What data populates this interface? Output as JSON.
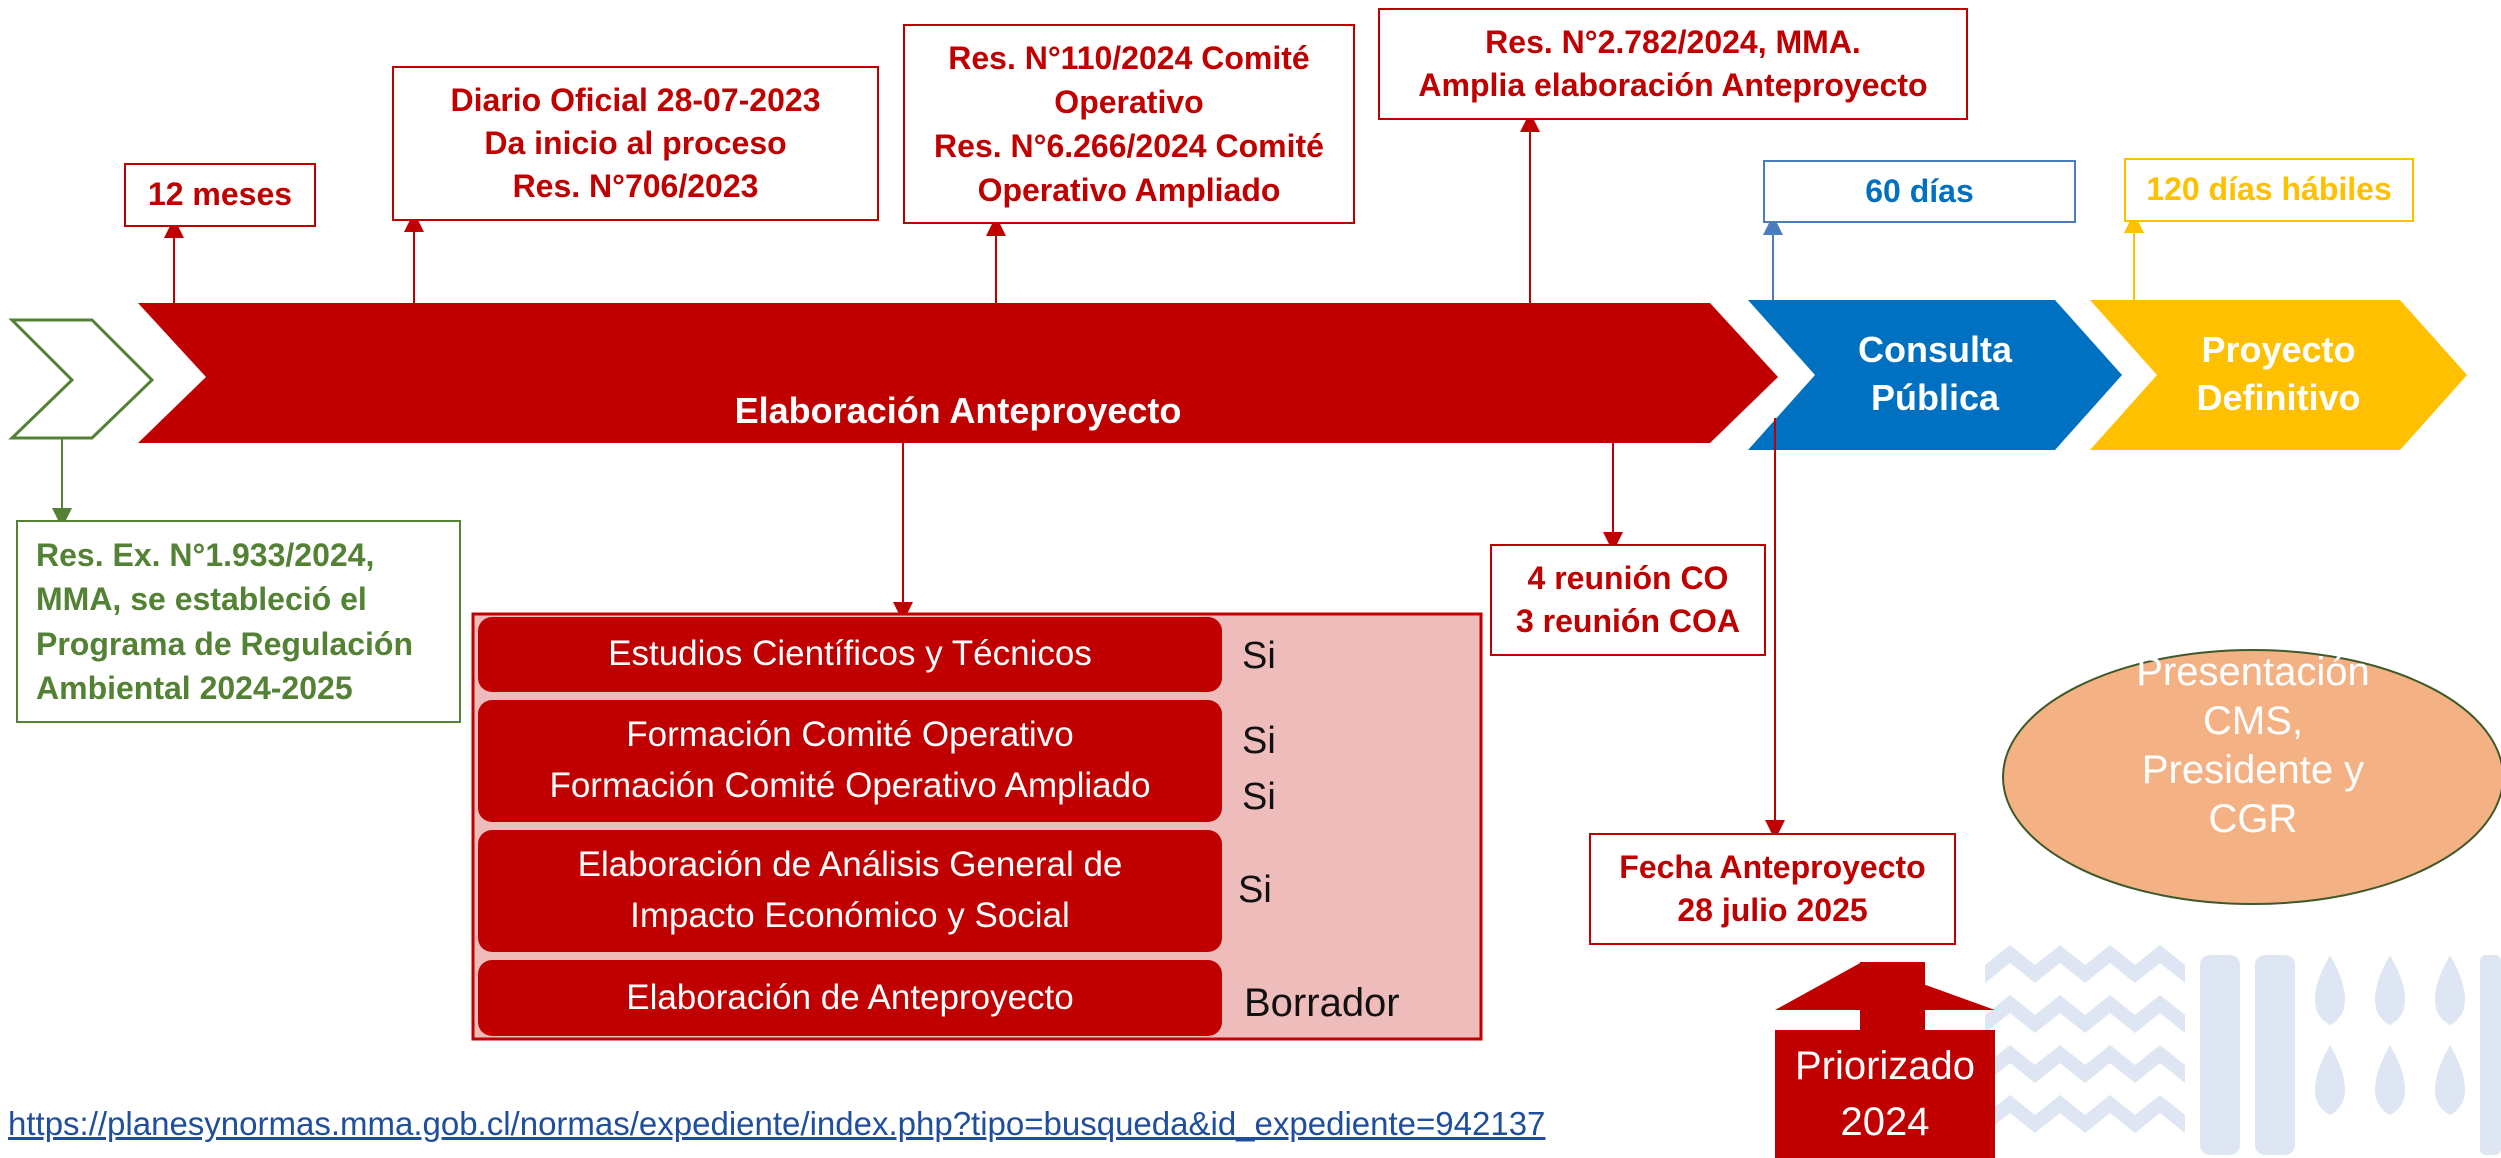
{
  "main_process": {
    "title_line1": "Elaboración Anteproyecto",
    "title_line2": "Norma de Calidad Primaria para Plomo en el Aire"
  },
  "stages": {
    "consulta": "Consulta\nPública",
    "proyecto": "Proyecto\nDefinitivo"
  },
  "callouts": {
    "months": "12 meses",
    "diario": "Diario Oficial 28-07-2023\nDa inicio al proceso\nRes. N°706/2023",
    "res110": "Res. N°110/2024 Comité\nOperativo\nRes. N°6.266/2024 Comité\nOperativo Ampliado",
    "res2782": "Res. N°2.782/2024, MMA.\nAmplia elaboración Anteproyecto",
    "dias60": "60 días",
    "dias120": "120 días hábiles",
    "res1933": "Res. Ex. N°1.933/2024,\nMMA, se estableció el\nPrograma de Regulación\nAmbiental 2024-2025",
    "reuniones": "4 reunión CO\n3 reunión COA",
    "fecha": "Fecha Anteproyecto\n28 julio 2025"
  },
  "tasks": [
    {
      "label": "Estudios Científicos y Técnicos",
      "status": "Si"
    },
    {
      "label": "Formación Comité Operativo\nFormación Comité Operativo Ampliado",
      "status": "Si\nSi"
    },
    {
      "label": "Elaboración de Análisis General de\nImpacto Económico y Social",
      "status": "Si"
    },
    {
      "label": "Elaboración de Anteproyecto",
      "status": "Borrador"
    }
  ],
  "presentation": "Presentación\nCMS,\nPresidente y\nCGR",
  "priority": "Priorizado\n2024",
  "link": "https://planesynormas.mma.gob.cl/normas/expediente/index.php?tipo=busqueda&id_expediente=942137",
  "colors": {
    "red": "#c00000",
    "blue": "#0070c0",
    "yellow": "#ffc000",
    "green": "#548235",
    "peach": "#f4b183",
    "pink": "#efbcbc"
  }
}
